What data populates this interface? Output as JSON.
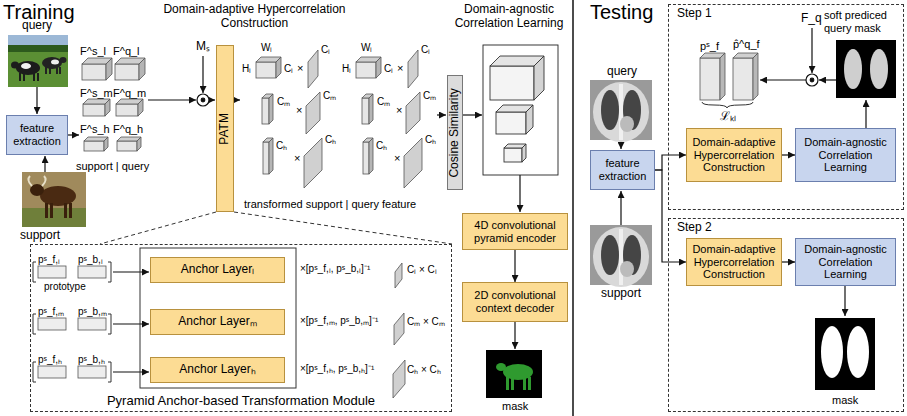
{
  "diagram": {
    "nodes": [
      {
        "text": [
          "feature extraction"
        ]
      },
      {
        "text": [
          "PATM"
        ]
      },
      {
        "text": [
          "Cosine Similarity"
        ]
      },
      {
        "text": [
          "4D convolutional pyramid encoder"
        ]
      },
      {
        "text": [
          "2D convolutional context decoder"
        ]
      },
      {
        "text": [
          "Pyramid Anchor-based Transformation Module"
        ]
      },
      {
        "text": [
          "Anchor Layerₗ"
        ],
        "in": 5
      },
      {
        "text": [
          "Anchor Layerₘ"
        ],
        "in": 5
      },
      {
        "text": [
          "Anchor Layerₕ"
        ],
        "in": 5
      },
      {
        "text": [
          "feature extraction"
        ]
      },
      {
        "text": [
          "Step 1"
        ]
      },
      {
        "text": [
          "Domain-adaptive Hypercorrelation Construction"
        ],
        "in": 10
      },
      {
        "text": [
          "Domain-agnostic Correlation Learning"
        ],
        "in": 10
      },
      {
        "text": [
          "Step 2"
        ]
      },
      {
        "text": [
          "Domain-adaptive Hypercorrelation Construction"
        ],
        "in": 13
      },
      {
        "text": [
          "Domain-agnostic Correlation Learning"
        ],
        "in": 13
      }
    ],
    "edges": [
      {
        "from": 3,
        "to": 4,
        "arrow": "to"
      },
      {
        "from": 9,
        "to": 11,
        "arrow": "to"
      },
      {
        "from": 9,
        "to": 14,
        "arrow": "to"
      },
      {
        "from": 11,
        "to": 12,
        "arrow": "to"
      },
      {
        "from": 14,
        "to": 15,
        "arrow": "to"
      }
    ],
    "labels": [
      "Training",
      "Domain-adaptive Hypercorrelation Construction",
      "Domain-agnostic Correlation Learning",
      "query",
      "support",
      "F^s_l",
      "F^q_l",
      "F^s_m",
      "F^q_m",
      "F^s_h",
      "F^q_h",
      "support | query",
      "Mₛ",
      "Wₗ",
      "Hₗ",
      "Cₗ",
      "×",
      "Cₗ",
      "Cₘ",
      "×",
      "Cₘ",
      "Cₕ",
      "×",
      "Cₕ",
      "Wₗ",
      "Hₗ",
      "Cₗ",
      "×",
      "Cₗ",
      "Cₘ",
      "×",
      "Cₘ",
      "Cₕ",
      "×",
      "Cₕ",
      "transformed support | query feature",
      "mask",
      "pˢ_f,ₗ",
      "pˢ_b,ₗ",
      "prototype",
      "×[pˢ_f,ₗ, pˢ_b,ₗ]⁻¹",
      "Cₗ × Cₗ",
      "pˢ_f,ₘ",
      "pˢ_b,ₘ",
      "×[pˢ_f,ₘ, pˢ_b,ₘ]⁻¹",
      "Cₘ × Cₘ",
      "pˢ_f,ₕ",
      "pˢ_b,ₕ",
      "×[pˢ_f,ₕ, pˢ_b,ₕ]⁻¹",
      "Cₕ × Cₕ",
      "Testing",
      "query",
      "support",
      "F_q",
      "soft prediced query mask",
      "pˢ_f",
      "p̂^q_f",
      "ℒₖₗ",
      "mask"
    ]
  }
}
